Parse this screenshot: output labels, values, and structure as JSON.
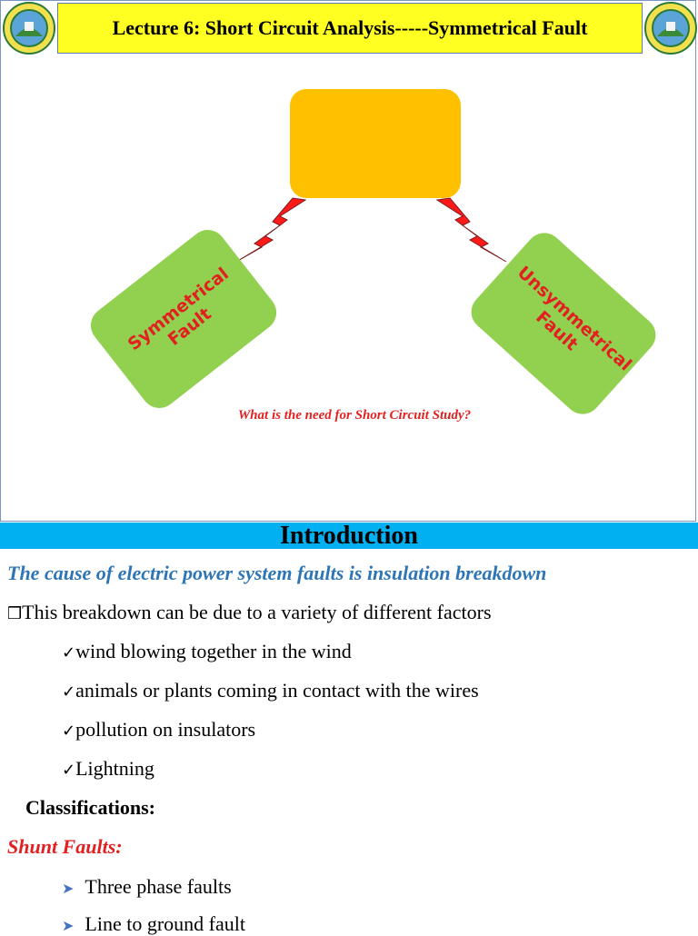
{
  "slide": {
    "title": "Lecture 6: Short Circuit Analysis-----Symmetrical Fault",
    "boxes": {
      "symmetrical": "Symmetrical Fault",
      "unsymmetrical": "Unsymmetrical Fault"
    },
    "question": "What is the need for Short Circuit Study?"
  },
  "section": {
    "title": "Introduction",
    "cause": "The cause of electric power system faults is insulation breakdown",
    "breakdown": "This breakdown can be due to a variety of different factors",
    "factors": [
      "wind blowing together in the wind",
      "animals or plants coming in contact with the wires",
      "pollution on insulators",
      "Lightning"
    ],
    "classifications": "Classifications:",
    "shunt_faults": "Shunt Faults:",
    "shunt_items": [
      "Three phase faults",
      "Line to ground fault"
    ]
  },
  "icons": {
    "logo": "university-seal-icon",
    "bullet": "hollow-square-bullet-icon",
    "check": "check-mark-icon",
    "arrow": "arrowhead-bullet-icon",
    "bolt": "lightning-bolt-icon"
  },
  "colors": {
    "title_bg": "#ffff22",
    "section_bg": "#00b0f0",
    "orange": "#ffc000",
    "green": "#92d050",
    "red": "#e32020",
    "blue": "#2e75b6"
  }
}
